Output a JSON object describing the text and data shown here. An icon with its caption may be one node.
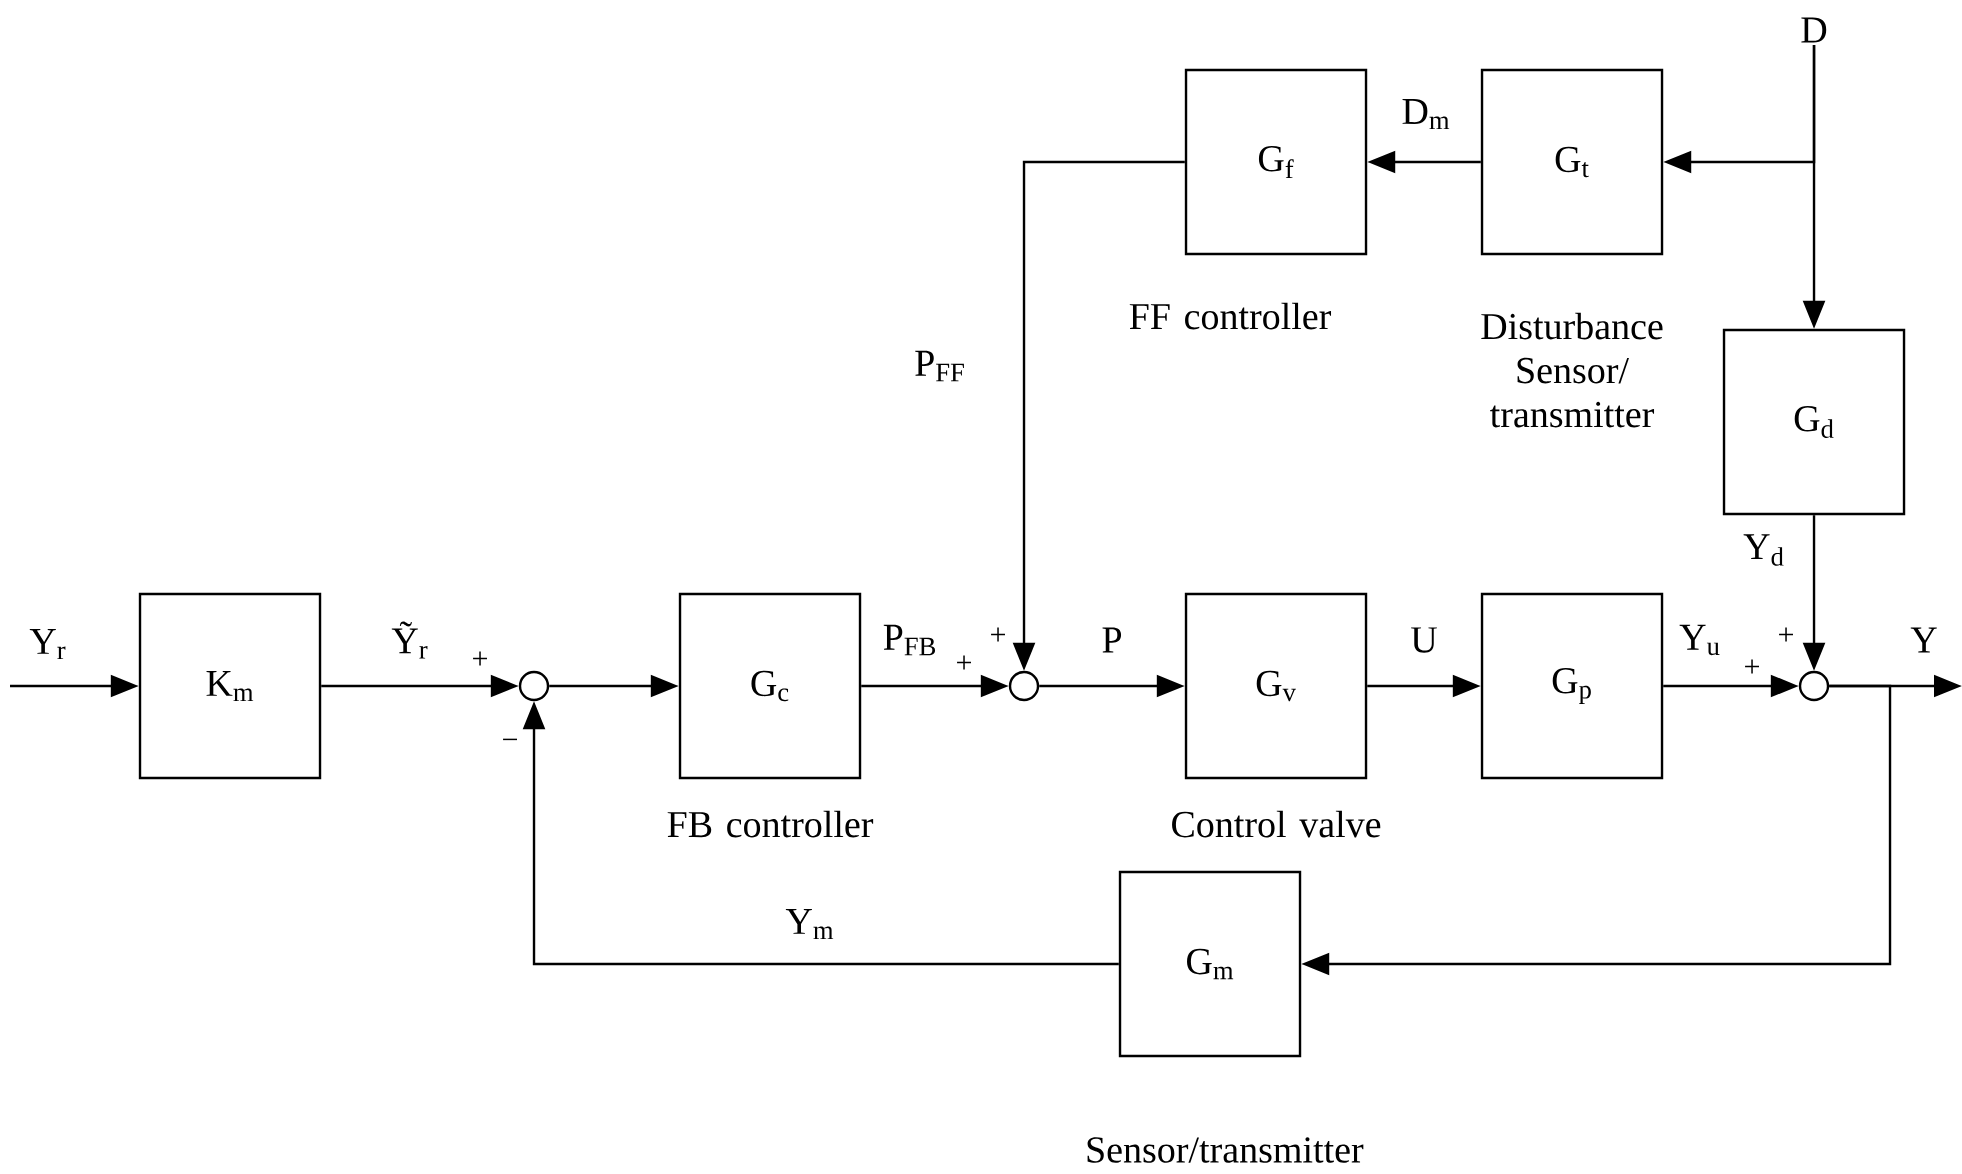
{
  "diagram": {
    "nodes": [
      {
        "text": [
          "K$_{m}$"
        ]
      },
      {
        "text": [],
        "shape": "circle"
      },
      {
        "text": [
          "G$_{c}$"
        ],
        "beside": [
          "FB controller"
        ]
      },
      {
        "text": [],
        "shape": "circle"
      },
      {
        "text": [
          "G$_{v}$"
        ],
        "beside": [
          "Control valve"
        ]
      },
      {
        "text": [
          "G$_{p}$"
        ]
      },
      {
        "text": [],
        "shape": "circle"
      },
      {
        "text": [
          "G$_{f}$"
        ],
        "beside": [
          "FF controller"
        ]
      },
      {
        "text": [
          "G$_{t}$"
        ],
        "beside": [
          "Disturbance Sensor/ transmitter"
        ]
      },
      {
        "text": [
          "G$_{d}$"
        ]
      },
      {
        "text": [
          "G$_{m}$"
        ],
        "beside": [
          "Sensor/transmitter"
        ]
      },
      {
        "text": [
          "D"
        ]
      }
    ],
    "edges": [
      {
        "from": null,
        "to": 0,
        "arrow": "to",
        "label": "Y$_{r}$"
      },
      {
        "from": 0,
        "to": 1,
        "arrow": "to",
        "label": "Ỹ$_{r}$"
      },
      {
        "from": 1,
        "to": 2,
        "arrow": "to"
      },
      {
        "from": 2,
        "to": 3,
        "arrow": "to",
        "label": "P$_{FB}$"
      },
      {
        "from": 3,
        "to": 4,
        "arrow": "to",
        "label": "P"
      },
      {
        "from": 4,
        "to": 5,
        "arrow": "to",
        "label": "U"
      },
      {
        "from": 5,
        "to": 6,
        "arrow": "to",
        "label": "Y$_{u}$"
      },
      {
        "from": 6,
        "to": null,
        "arrow": "to",
        "label": "Y"
      },
      {
        "from": 6,
        "to": 10,
        "arrow": "to"
      },
      {
        "from": 10,
        "to": 1,
        "arrow": "to",
        "label": "Y$_{m}$"
      },
      {
        "from": 11,
        "to": 8,
        "arrow": "to"
      },
      {
        "from": 11,
        "to": 9,
        "arrow": "to"
      },
      {
        "from": 8,
        "to": 7,
        "arrow": "to",
        "label": "D$_{m}$"
      },
      {
        "from": 7,
        "to": 3,
        "arrow": "to",
        "label": "P$_{FF}$"
      },
      {
        "from": 9,
        "to": 6,
        "arrow": "to",
        "label": "Y$_{d}$"
      }
    ],
    "labels": [
      "+",
      "+",
      "+",
      "+",
      "+",
      "−"
    ]
  }
}
